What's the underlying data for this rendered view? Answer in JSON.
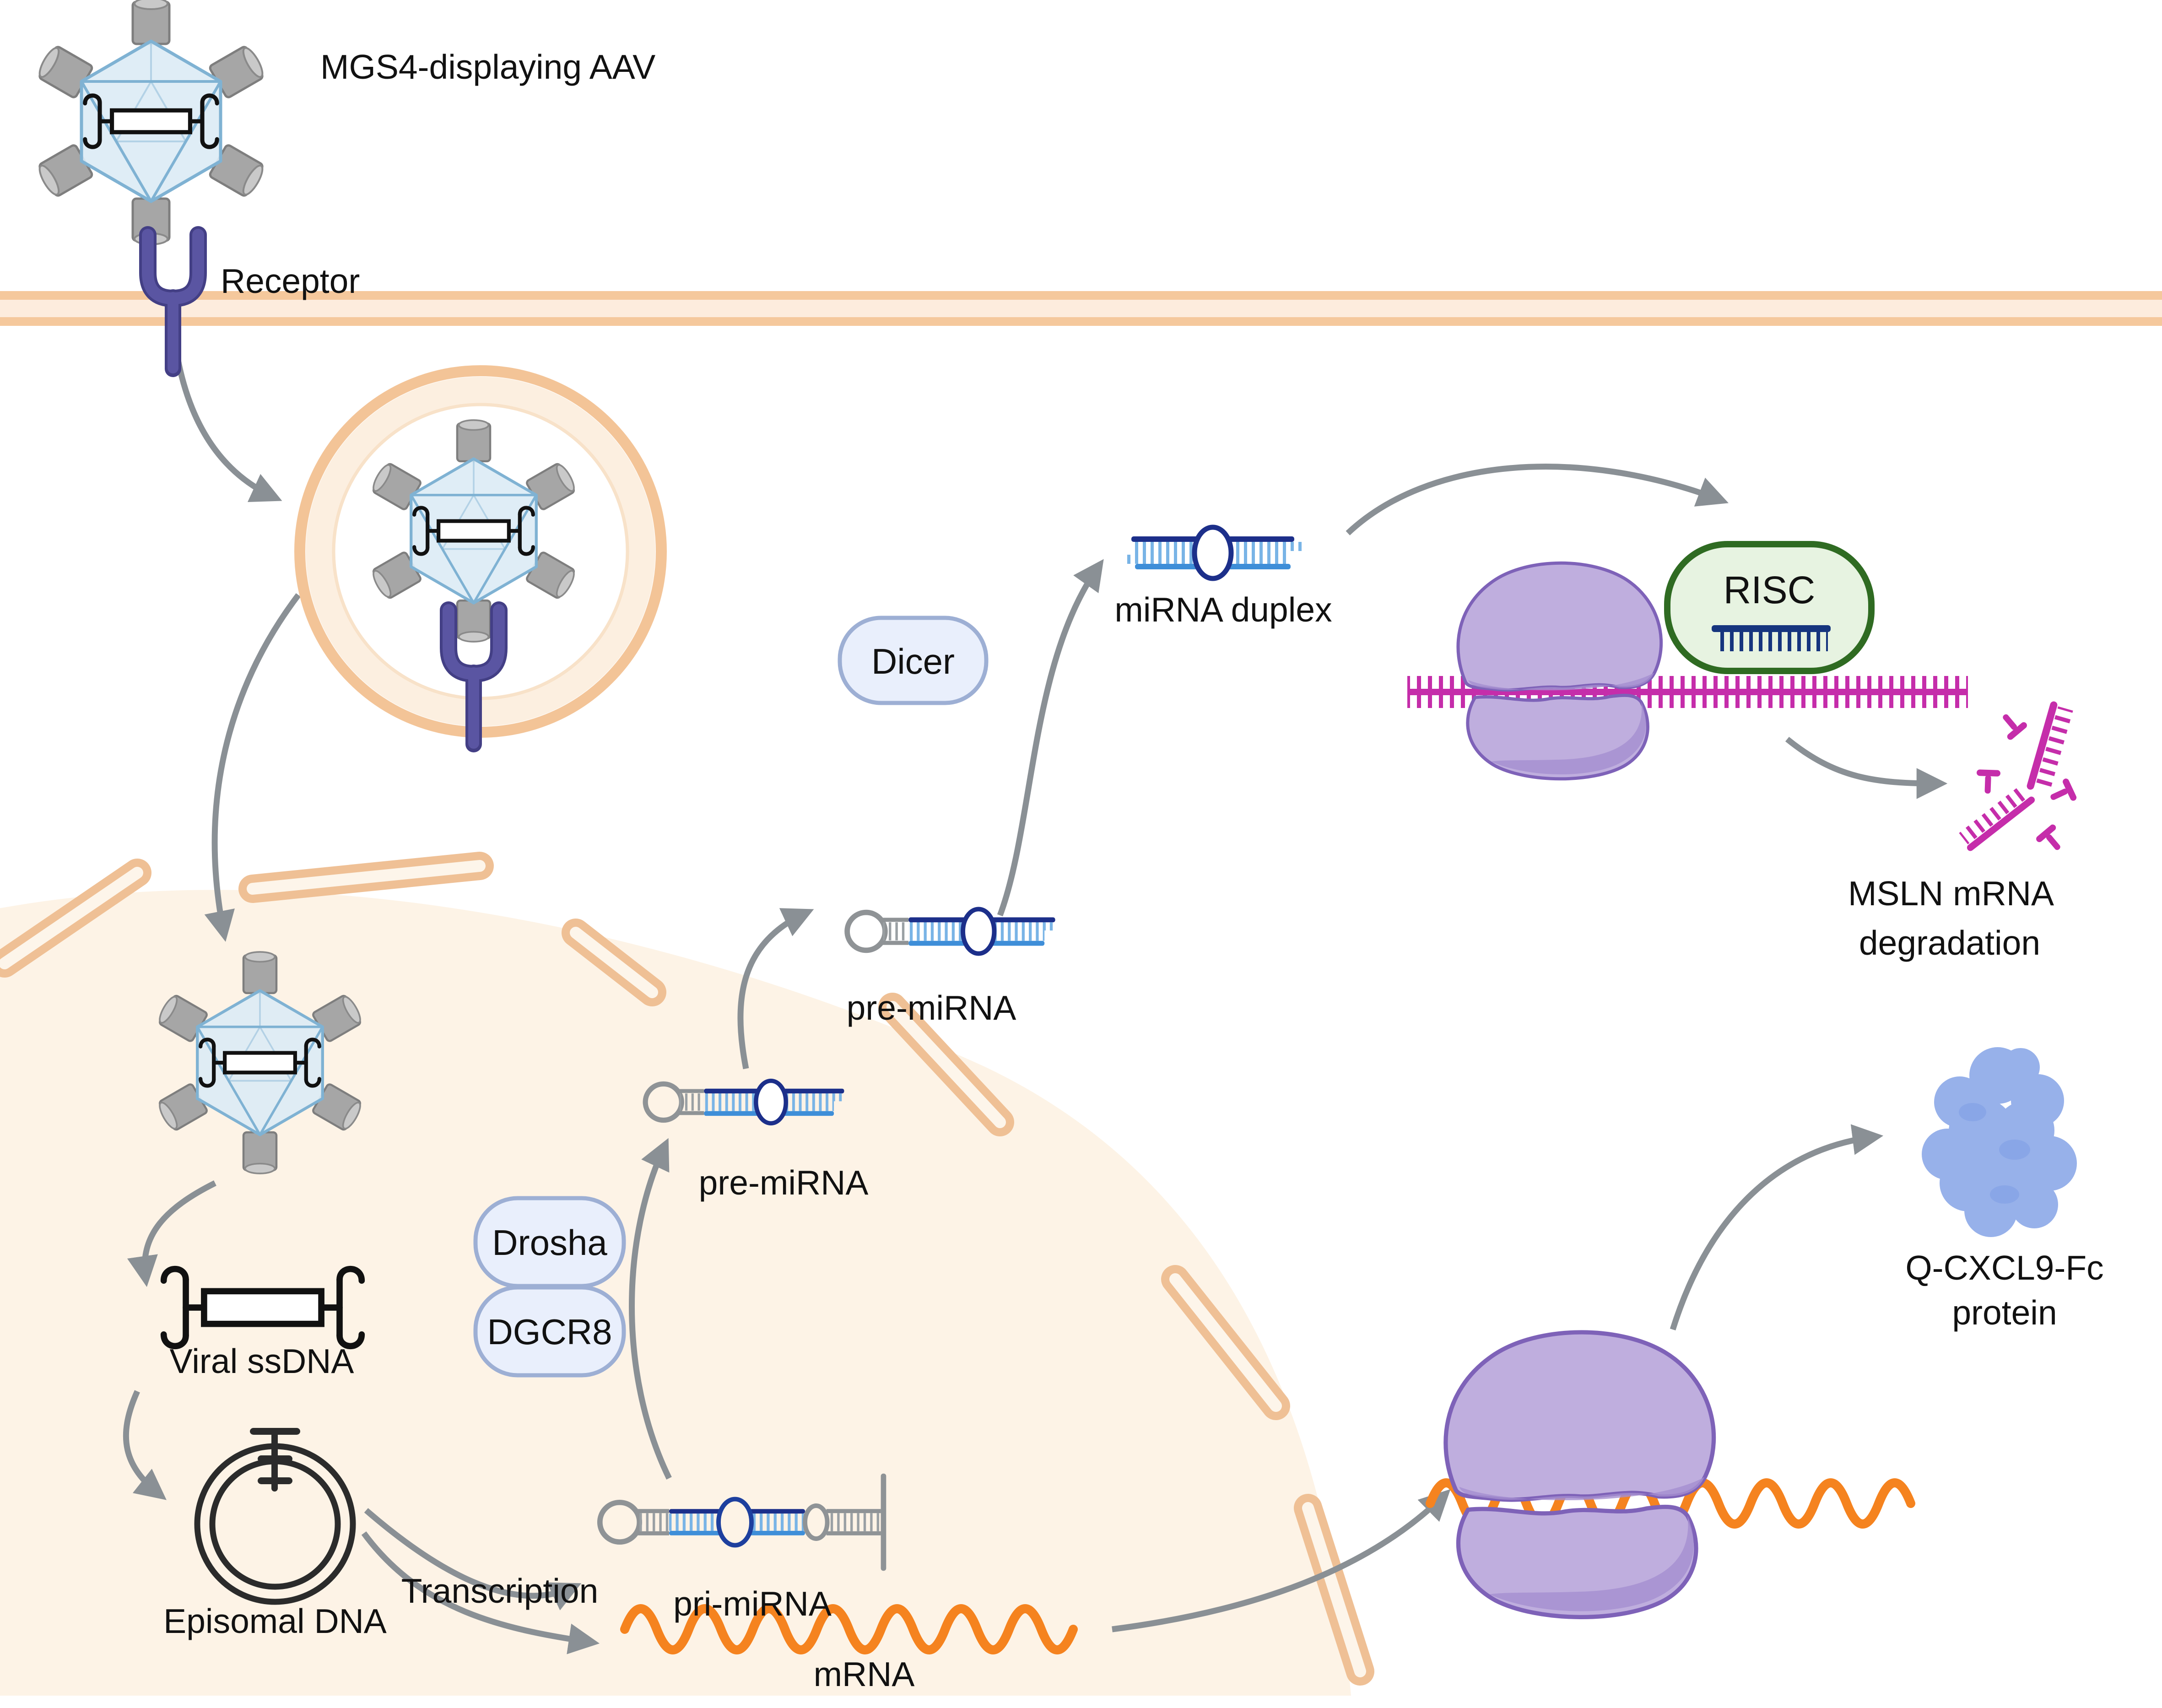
{
  "figure": {
    "description": "Mechanism diagram of MGS4-displaying AAV gene delivery: AAV enters cell via receptor, endosome, nucleus; viral ssDNA forms episomal DNA; transcription yields pri-miRNA and mRNA; Drosha/DGCR8 produce pre-miRNA; Dicer produces miRNA duplex loaded into RISC causing MSLN mRNA degradation; mRNA translated by ribosome into Q-CXCL9-Fc protein."
  },
  "labels": {
    "virus_title": "MGS4-displaying AAV",
    "receptor": "Receptor",
    "viral_ssdna": "Viral ssDNA",
    "episomal_dna": "Episomal DNA",
    "transcription": "Transcription",
    "pri_mirna": "pri-miRNA",
    "drosha": "Drosha",
    "dgcr8": "DGCR8",
    "pre_mirna_nucleus": "pre-miRNA",
    "pre_mirna_cytoplasm": "pre-miRNA",
    "dicer": "Dicer",
    "mirna_duplex": "miRNA duplex",
    "risc": "RISC",
    "mrna": "mRNA",
    "msln_line1": "MSLN mRNA",
    "msln_line2": "degradation",
    "protein_line1": "Q-CXCL9-Fc",
    "protein_line2": "protein"
  },
  "colors": {
    "membrane_stripe": "#f5c89c",
    "membrane_fill": "#fdecdd",
    "nucleus_fill": "#fdf3e6",
    "nuclear_envelope": "#efc095",
    "arrow_gray": "#8a9095",
    "capsid_fill": "#dcebf5",
    "capsid_line": "#7fb2d3",
    "spike_gray": "#a6a6a6",
    "receptor_purple": "#5a55a2",
    "endosome_ring": "#f3c497",
    "enzyme_pill_fill": "#e9effc",
    "enzyme_pill_border": "#9dafd4",
    "risc_pill_fill": "#e7f3e1",
    "risc_pill_border": "#2f6b22",
    "rna_navy": "#1c2f8a",
    "rna_blue": "#3e8ed8",
    "rna_teeth_blue": "#79b4e6",
    "rna_gray": "#8f9396",
    "target_magenta": "#c52daa",
    "ribosome_purple": "#bfaede",
    "ribosome_outline": "#7e62b8",
    "mrna_orange": "#f5831f",
    "protein_blue": "#97b1ea"
  },
  "icons": [
    "aav-virus-icon",
    "receptor-icon",
    "cell-membrane",
    "endosome-icon",
    "nucleus",
    "nuclear-envelope-segment",
    "viral-ssdna-icon",
    "episomal-dna-icon",
    "pri-mirna-icon",
    "pre-mirna-icon",
    "mirna-duplex-icon",
    "risc-complex-icon",
    "ribosome-icon",
    "target-mrna-icon",
    "mrna-fragment-icon",
    "mrna-wave-icon",
    "protein-blob-icon",
    "arrow"
  ]
}
